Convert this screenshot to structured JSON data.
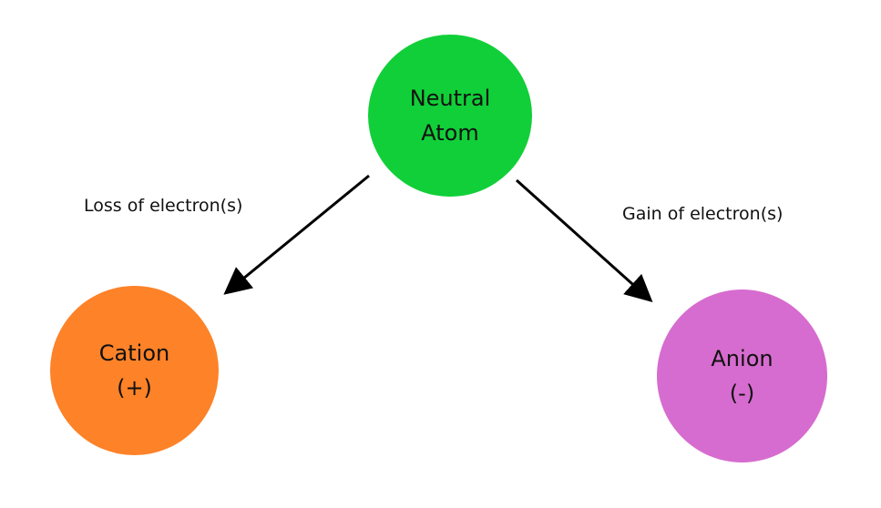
{
  "nodes": {
    "neutral": {
      "line1": "Neutral",
      "line2": "Atom",
      "color": "#11cf38"
    },
    "cation": {
      "line1": "Cation",
      "line2": "(+)",
      "color": "#fd8228"
    },
    "anion": {
      "line1": "Anion",
      "line2": "(-)",
      "color": "#d66ccf"
    }
  },
  "edges": {
    "loss": {
      "label": "Loss of electron(s)",
      "from": "neutral",
      "to": "cation"
    },
    "gain": {
      "label": "Gain of electron(s)",
      "from": "neutral",
      "to": "anion"
    }
  },
  "colors": {
    "arrow": "#000000",
    "text": "#111111",
    "background": "#ffffff"
  }
}
